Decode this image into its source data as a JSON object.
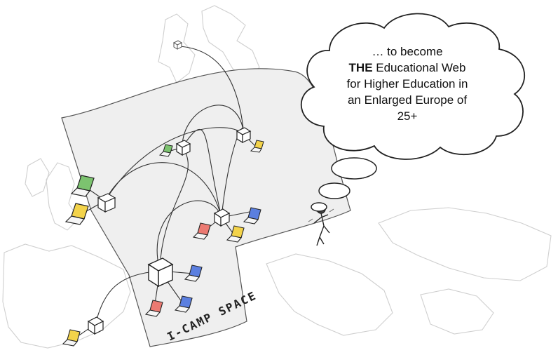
{
  "thought_bubble": {
    "line1": "… to become",
    "line2_bold": "THE",
    "line2_rest": " Educational Web",
    "line3": "for Higher Education in",
    "line4": "an Enlarged Europe of",
    "line5": "25+"
  },
  "space_label": "I-CAMP SPACE",
  "icons": {
    "server": "server-cube-icon",
    "laptop": "laptop-icon",
    "person": "person-figure-icon"
  },
  "colors": {
    "screen_green": "#7cc36f",
    "screen_yellow": "#f3d34a",
    "screen_blue": "#5b7fe0",
    "screen_red": "#ec7a72",
    "space_fill": "#efefef",
    "map_outline": "#cfcfcf"
  }
}
